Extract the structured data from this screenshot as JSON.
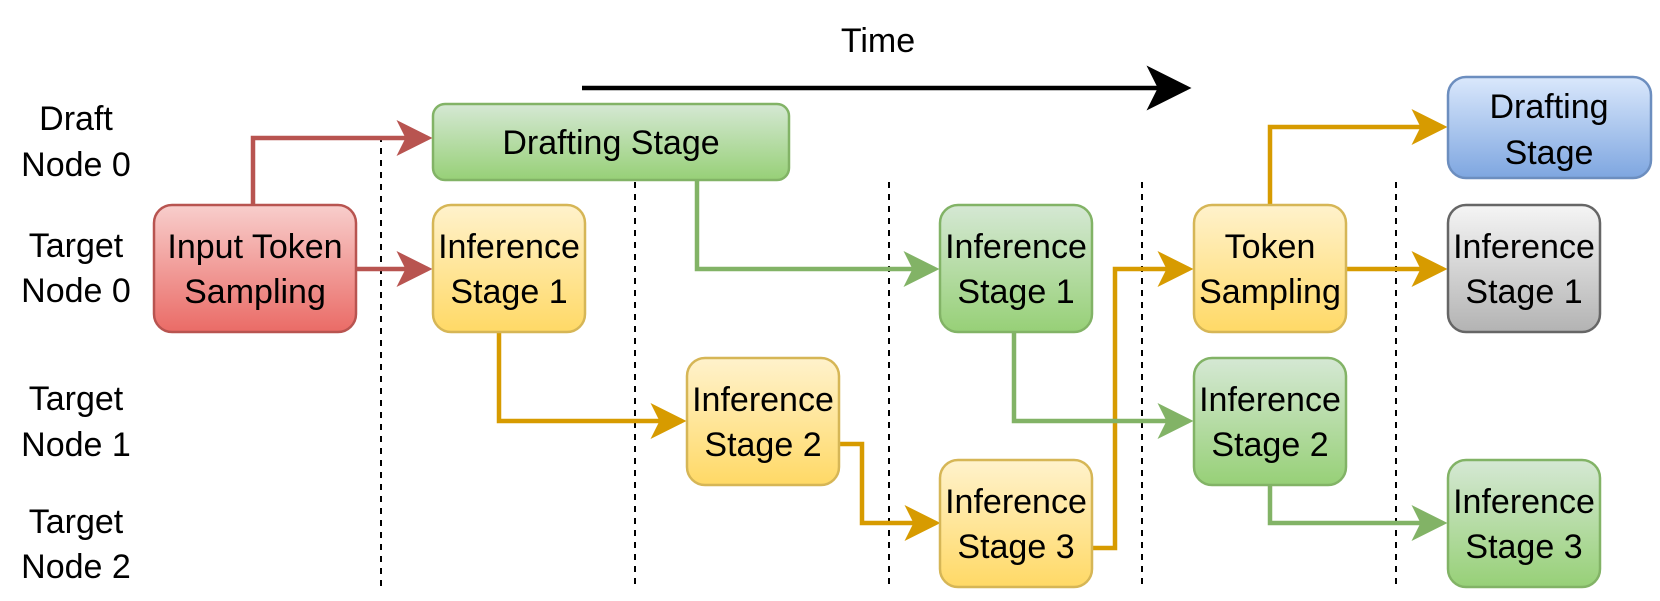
{
  "time_label": "Time",
  "row_labels": [
    {
      "line1": "Draft",
      "line2": "Node 0"
    },
    {
      "line1": "Target",
      "line2": "Node 0"
    },
    {
      "line1": "Target",
      "line2": "Node 1"
    },
    {
      "line1": "Target",
      "line2": "Node 2"
    }
  ],
  "colors": {
    "red": {
      "fill_top": "#f8cecc",
      "fill_bottom": "#ea6b66",
      "stroke": "#b85450"
    },
    "green": {
      "fill_top": "#d5e8d4",
      "fill_bottom": "#97d077",
      "stroke": "#82b366"
    },
    "yellow": {
      "fill_top": "#fff2cc",
      "fill_bottom": "#ffd966",
      "stroke": "#d6b656"
    },
    "blue": {
      "fill_top": "#dae8fc",
      "fill_bottom": "#7ea6e0",
      "stroke": "#6c8ebf"
    },
    "gray": {
      "fill_top": "#f5f5f5",
      "fill_bottom": "#b3b3b3",
      "stroke": "#666666"
    },
    "arrow_red": "#b85450",
    "arrow_green": "#82b366",
    "arrow_yellow": "#d79b00"
  },
  "boxes": {
    "input_token_sampling": {
      "line1": "Input Token",
      "line2": "Sampling"
    },
    "drafting_stage_1": {
      "line1": "Drafting Stage"
    },
    "t0_inference_1a": {
      "line1": "Inference",
      "line2": "Stage 1"
    },
    "t1_inference_2a": {
      "line1": "Inference",
      "line2": "Stage 2"
    },
    "t2_inference_3a": {
      "line1": "Inference",
      "line2": "Stage 3"
    },
    "t0_inference_1b": {
      "line1": "Inference",
      "line2": "Stage 1"
    },
    "token_sampling": {
      "line1": "Token",
      "line2": "Sampling"
    },
    "t1_inference_2b": {
      "line1": "Inference",
      "line2": "Stage 2"
    },
    "drafting_stage_2": {
      "line1": "Drafting",
      "line2": "Stage"
    },
    "t0_inference_1c": {
      "line1": "Inference",
      "line2": "Stage 1"
    },
    "t2_inference_3b": {
      "line1": "Inference",
      "line2": "Stage 3"
    }
  }
}
